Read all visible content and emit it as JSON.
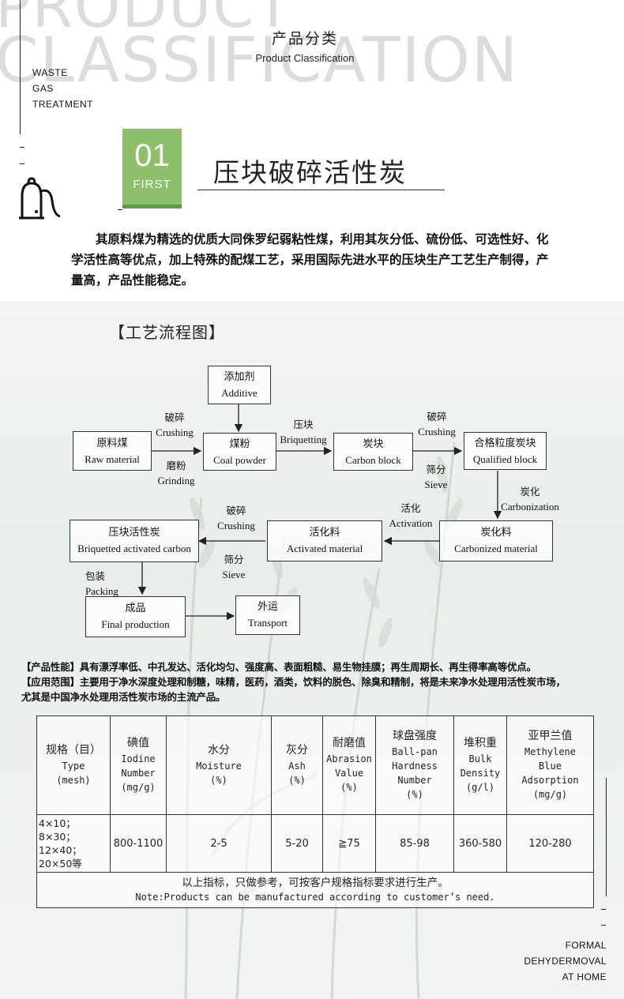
{
  "header": {
    "bg_line1": "PRODUCT",
    "bg_line2": "CLASSIFICATION",
    "title_cn": "产品分类",
    "title_en": "Product Classification",
    "side_label": [
      "WASTE",
      "GAS",
      "TREATMENT"
    ]
  },
  "section": {
    "badge_number": "01",
    "badge_word": "FIRST",
    "title": "压块破碎活性炭",
    "intro": "其原料煤为精选的优质大同侏罗纪弱粘性煤，利用其灰分低、硫份低、可选性好、化学活性高等优点，加上特殊的配煤工艺，采用国际先进水平的压块生产工艺生产制得，产量高，产品性能稳定。"
  },
  "flowchart": {
    "title": "【工艺流程图】",
    "boxes": {
      "additive": {
        "cn": "添加剂",
        "en": "Additive"
      },
      "raw": {
        "cn": "原料煤",
        "en": "Raw material"
      },
      "coal_powder": {
        "cn": "煤粉",
        "en": "Coal powder"
      },
      "carbon_block": {
        "cn": "炭块",
        "en": "Carbon block"
      },
      "qualified": {
        "cn": "合格粒度炭块",
        "en": "Qualified block"
      },
      "briquetted": {
        "cn": "压块活性炭",
        "en": "Briquetted activated carbon"
      },
      "activated": {
        "cn": "活化料",
        "en": "Activated material"
      },
      "carbonized": {
        "cn": "炭化料",
        "en": "Carbonized material"
      },
      "final": {
        "cn": "成品",
        "en": "Final production"
      },
      "transport": {
        "cn": "外运",
        "en": "Transport"
      }
    },
    "labels": {
      "crushing1": {
        "cn": "破碎",
        "en": "Crushing"
      },
      "grinding": {
        "cn": "磨粉",
        "en": "Grinding"
      },
      "briquetting": {
        "cn": "压块",
        "en": "Briquetting"
      },
      "crushing2": {
        "cn": "破碎",
        "en": "Crushing"
      },
      "sieve1": {
        "cn": "筛分",
        "en": "Sieve"
      },
      "carbonization": {
        "cn": "炭化",
        "en": "Carbonization"
      },
      "activation": {
        "cn": "活化",
        "en": "Activation"
      },
      "crushing3": {
        "cn": "破碎",
        "en": "Crushing"
      },
      "sieve2": {
        "cn": "筛分",
        "en": "Sieve"
      },
      "packing": {
        "cn": "包装",
        "en": "Packing"
      }
    }
  },
  "notes": {
    "performance": "【产品性能】具有漂浮率低、中孔发达、活化均匀、强度高、表面粗糙、易生物挂膜；再生周期长、再生得率高等优点。",
    "application": "【应用范围】主要用于净水深度处理和制糖，味精，医药，酒类，饮料的脱色、除臭和精制，将是未来净水处理用活性炭市场，尤其是中国净水处理用活性炭市场的主流产品。"
  },
  "table": {
    "headers": [
      {
        "cn": "规格（目）",
        "en": [
          "Type",
          "(mesh)"
        ]
      },
      {
        "cn": "碘值",
        "en": [
          "Iodine",
          "Number",
          "(mg/g)"
        ]
      },
      {
        "cn": "水分",
        "en": [
          "Moisture",
          "(%)"
        ]
      },
      {
        "cn": "灰分",
        "en": [
          "Ash",
          "(%)"
        ]
      },
      {
        "cn": "耐磨值",
        "en": [
          "Abrasion",
          "Value",
          "(%)"
        ]
      },
      {
        "cn": "球盘强度",
        "en": [
          "Ball-pan",
          "Hardness",
          "Number",
          "(%)"
        ]
      },
      {
        "cn": "堆积重",
        "en": [
          "Bulk",
          "Density",
          "(g/l)"
        ]
      },
      {
        "cn": "亚甲兰值",
        "en": [
          "Methylene",
          "Blue",
          "Adsorption",
          "(mg/g)"
        ]
      }
    ],
    "row_specs": [
      "4×10；",
      "8×30；",
      "12×40；",
      "20×50等"
    ],
    "row_values": [
      "800-1100",
      "2-5",
      "5-20",
      "≧75",
      "85-98",
      "360-580",
      "120-280"
    ],
    "footer_cn": "以上指标，只做参考，可按客户规格指标要求进行生产。",
    "footer_en": "Note:Products can be manufactured according to customer’s need."
  },
  "bottom_right": [
    "FORMAL",
    "DEHYDERMOVAL",
    "AT HOME"
  ]
}
